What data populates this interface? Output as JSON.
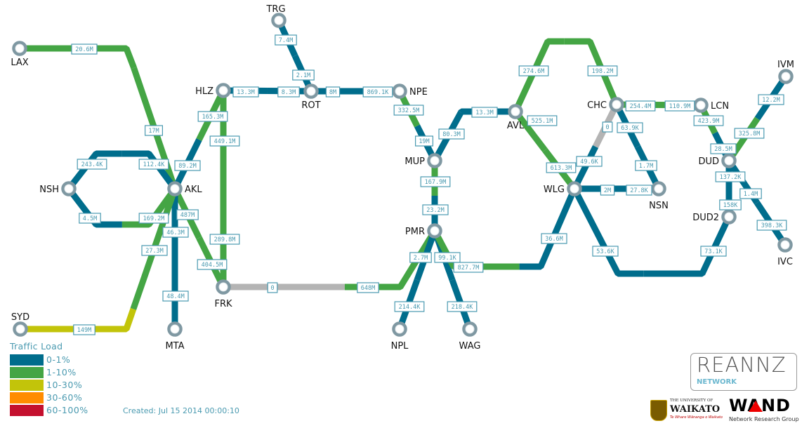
{
  "colors": {
    "0-1%": "#006d8c",
    "1-10%": "#44a544",
    "10-30%": "#c2c40a",
    "30-60%": "#ff8c00",
    "60-100%": "#c4102e",
    "none": "#b4b4b4",
    "node_ring": "#7f98a2",
    "label": "#4a9ab0"
  },
  "nodes": [
    "LAX",
    "TRG",
    "HLZ",
    "ROT",
    "NPE",
    "AVL",
    "CHC",
    "LCN",
    "IVM",
    "NSH",
    "AKL",
    "MUP",
    "WLG",
    "NSN",
    "DUD",
    "DUD2",
    "PMR",
    "FRK",
    "SYD",
    "MTA",
    "NPL",
    "WAG",
    "IVC"
  ],
  "links": [
    {
      "from": "LAX",
      "to": "AKL",
      "label_a": "20.6M",
      "label_b": "17M",
      "load_a": "1-10%",
      "load_b": "1-10%"
    },
    {
      "from": "NSH",
      "to": "AKL",
      "label_a": "243.4K",
      "label_b": "112.4K",
      "load_a": "0-1%",
      "load_b": "0-1%"
    },
    {
      "from": "NSH",
      "to": "AKL",
      "label_a": "4.5M",
      "label_b": "169.2M",
      "load_a": "0-1%",
      "load_b": "1-10%"
    },
    {
      "from": "AKL",
      "to": "HLZ",
      "label_a": "89.2M",
      "label_b": "165.3M",
      "load_a": "0-1%",
      "load_b": "1-10%"
    },
    {
      "from": "HLZ",
      "to": "FRK",
      "label_a": "449.1M",
      "label_b": "289.8M",
      "load_a": "1-10%",
      "load_b": "1-10%"
    },
    {
      "from": "AKL",
      "to": "FRK",
      "label_a": "487M",
      "label_b": "404.5M",
      "load_a": "1-10%",
      "load_b": "1-10%"
    },
    {
      "from": "AKL",
      "to": "MTA",
      "label_a": "46.3M",
      "label_b": "48.4M",
      "load_a": "0-1%",
      "load_b": "0-1%"
    },
    {
      "from": "SYD",
      "to": "AKL",
      "label_a": "149M",
      "label_b": "27.3M",
      "load_a": "10-30%",
      "load_b": "1-10%"
    },
    {
      "from": "HLZ",
      "to": "ROT",
      "label_a": "13.3M",
      "label_b": "8.3M",
      "load_a": "0-1%",
      "load_b": "0-1%"
    },
    {
      "from": "TRG",
      "to": "ROT",
      "label_a": "7.4M",
      "label_b": "2.1M",
      "load_a": "0-1%",
      "load_b": "0-1%"
    },
    {
      "from": "ROT",
      "to": "NPE",
      "label_a": "8M",
      "label_b": "869.1K",
      "load_a": "0-1%",
      "load_b": "0-1%"
    },
    {
      "from": "NPE",
      "to": "MUP",
      "label_a": "332.5M",
      "label_b": "19M",
      "load_a": "1-10%",
      "load_b": "0-1%"
    },
    {
      "from": "MUP",
      "to": "AVL",
      "label_a": "80.3M",
      "label_b": "13.3M",
      "load_a": "0-1%",
      "load_b": "0-1%"
    },
    {
      "from": "MUP",
      "to": "PMR",
      "label_a": "167.9M",
      "label_b": "23.2M",
      "load_a": "1-10%",
      "load_b": "0-1%"
    },
    {
      "from": "FRK",
      "to": "PMR",
      "label_a": "0",
      "label_b": "648M",
      "load_a": "none",
      "load_b": "1-10%"
    },
    {
      "from": "PMR",
      "to": "NPL",
      "label_a": "2.7M",
      "label_b": "214.4K",
      "load_a": "0-1%",
      "load_b": "0-1%"
    },
    {
      "from": "PMR",
      "to": "WAG",
      "label_a": "99.1K",
      "label_b": "218.4K",
      "load_a": "0-1%",
      "load_b": "0-1%"
    },
    {
      "from": "PMR",
      "to": "WLG",
      "label_a": "827.7M",
      "label_b": "36.6M",
      "load_a": "1-10%",
      "load_b": "0-1%"
    },
    {
      "from": "AVL",
      "to": "CHC",
      "label_a": "274.6M",
      "label_b": "198.2M",
      "load_a": "1-10%",
      "load_b": "1-10%"
    },
    {
      "from": "AVL",
      "to": "WLG",
      "label_a": "525.1M",
      "label_b": "613.3M",
      "load_a": "1-10%",
      "load_b": "1-10%"
    },
    {
      "from": "CHC",
      "to": "WLG",
      "label_a": "0",
      "label_b": "49.6K",
      "load_a": "none",
      "load_b": "0-1%"
    },
    {
      "from": "CHC",
      "to": "NSN",
      "label_a": "63.9K",
      "label_b": "1.7M",
      "load_a": "0-1%",
      "load_b": "0-1%"
    },
    {
      "from": "WLG",
      "to": "NSN",
      "label_a": "2M",
      "label_b": "27.8K",
      "load_a": "0-1%",
      "load_b": "0-1%"
    },
    {
      "from": "CHC",
      "to": "LCN",
      "label_a": "254.4M",
      "label_b": "110.9M",
      "load_a": "1-10%",
      "load_b": "1-10%"
    },
    {
      "from": "WLG",
      "to": "DUD2",
      "label_a": "53.6K",
      "label_b": "73.1K",
      "load_a": "0-1%",
      "load_b": "0-1%"
    },
    {
      "from": "LCN",
      "to": "DUD",
      "label_a": "423.9M",
      "label_b": "28.5M",
      "load_a": "1-10%",
      "load_b": "0-1%"
    },
    {
      "from": "DUD",
      "to": "IVM",
      "label_a": "325.8M",
      "label_b": "12.2M",
      "load_a": "1-10%",
      "load_b": "0-1%"
    },
    {
      "from": "DUD",
      "to": "DUD2",
      "label_a": "137.2K",
      "label_b": "158K",
      "load_a": "0-1%",
      "load_b": "0-1%"
    },
    {
      "from": "DUD",
      "to": "IVC",
      "label_a": "1.4M",
      "label_b": "398.3K",
      "load_a": "0-1%",
      "load_b": "0-1%"
    }
  ],
  "legend": {
    "title": "Traffic Load",
    "items": [
      {
        "label": "0-1%",
        "key": "0-1%"
      },
      {
        "label": "1-10%",
        "key": "1-10%"
      },
      {
        "label": "10-30%",
        "key": "10-30%"
      },
      {
        "label": "30-60%",
        "key": "30-60%"
      },
      {
        "label": "60-100%",
        "key": "60-100%"
      }
    ]
  },
  "created": "Created: Jul 15 2014 00:00:10",
  "logos": {
    "reannz": "REANNZ",
    "reannz_sub": "NETWORK",
    "waikato_small": "THE UNIVERSITY OF",
    "waikato": "WAIKATO",
    "waikato_motto": "Te Whare Wānanga o Waikato",
    "wand": "WAND",
    "wand_sub": "Network Research Group"
  }
}
